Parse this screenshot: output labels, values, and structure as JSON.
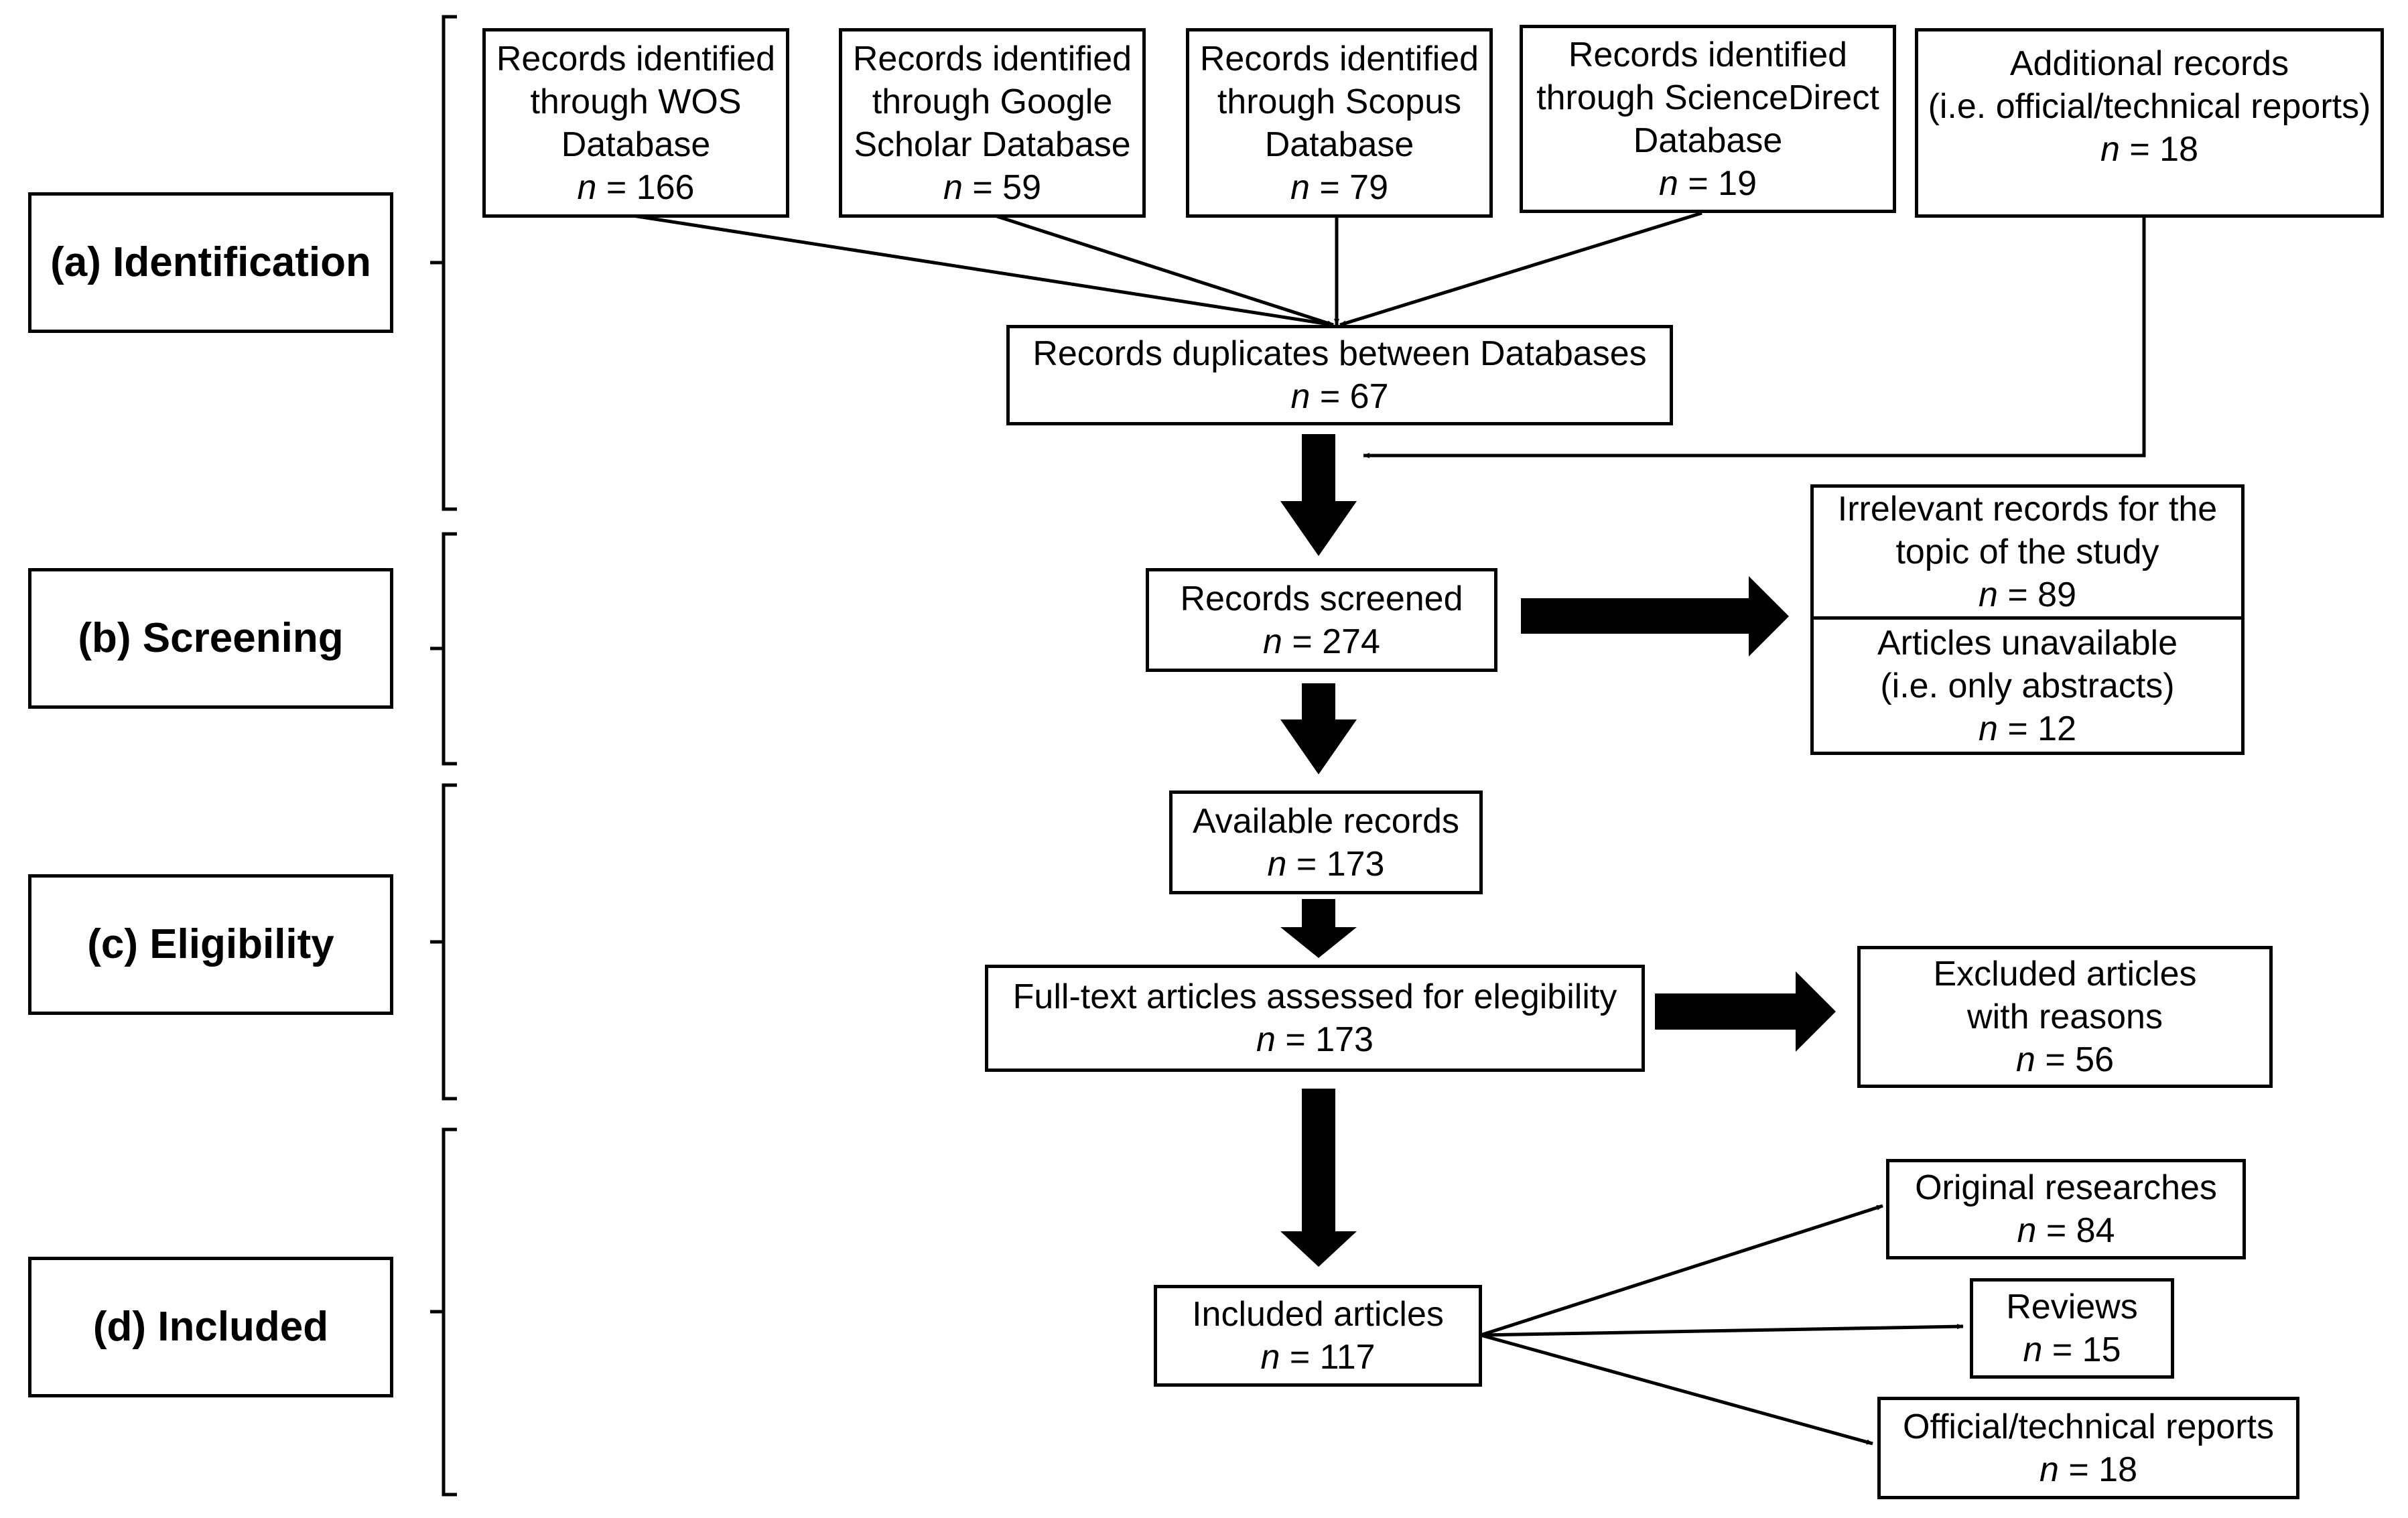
{
  "stages": {
    "identification": "(a) Identification",
    "screening": "(b) Screening",
    "eligibility": "(c) Eligibility",
    "included": "(d) Included"
  },
  "n_symbol": "n",
  "boxes": {
    "wos": {
      "lines": [
        "Records identified",
        "through WOS",
        "Database"
      ],
      "count": "= 166"
    },
    "google_scholar": {
      "lines": [
        "Records identified",
        "through Google",
        "Scholar Database"
      ],
      "count": "= 59"
    },
    "scopus": {
      "lines": [
        "Records identified",
        "through Scopus",
        "Database"
      ],
      "count": "= 79"
    },
    "sciencedirect": {
      "lines": [
        "Records identified",
        "through ScienceDirect",
        "Database"
      ],
      "count": "= 19"
    },
    "additional": {
      "lines": [
        "Additional records",
        "(i.e. official/technical reports)"
      ],
      "count": "= 18"
    },
    "duplicates": {
      "lines": [
        "Records duplicates between Databases"
      ],
      "count": "= 67"
    },
    "screened": {
      "lines": [
        "Records screened"
      ],
      "count": "= 274"
    },
    "irrelevant": {
      "lines": [
        "Irrelevant records for the",
        "topic of the study"
      ],
      "count": "= 89"
    },
    "unavailable": {
      "lines": [
        "Articles unavailable",
        "(i.e. only abstracts)"
      ],
      "count": "= 12"
    },
    "available": {
      "lines": [
        "Available records"
      ],
      "count": "= 173"
    },
    "fulltext": {
      "lines": [
        "Full-text articles assessed for elegibility"
      ],
      "count": "= 173"
    },
    "excluded": {
      "lines": [
        "Excluded articles",
        "with reasons"
      ],
      "count": "= 56"
    },
    "included": {
      "lines": [
        "Included articles"
      ],
      "count": "= 117"
    },
    "original": {
      "lines": [
        "Original researches"
      ],
      "count": "= 84"
    },
    "reviews": {
      "lines": [
        "Reviews"
      ],
      "count": "= 15"
    },
    "reports": {
      "lines": [
        "Official/technical reports"
      ],
      "count": "= 18"
    }
  }
}
